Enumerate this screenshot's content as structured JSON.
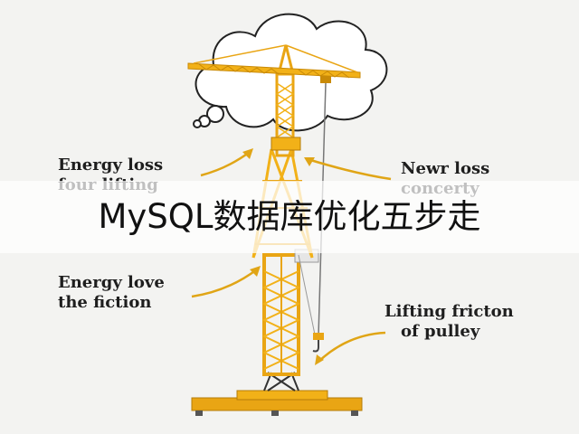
{
  "title": "MySQL数据库优化五步走",
  "callouts": {
    "top_left": {
      "line1": "Energy loss",
      "line2": "four lifting"
    },
    "top_right": {
      "line1": "Newr loss",
      "line2": "concerty"
    },
    "mid_left": {
      "line1": "Energy love",
      "line2": "the fiction"
    },
    "bot_right": {
      "line1": "Lifting fricton",
      "line2": "of pulley"
    }
  },
  "icons": [
    "crane-illustration",
    "thought-cloud",
    "callout-arrow"
  ],
  "colors": {
    "crane": "#f2b118",
    "crane_dark": "#c98a07",
    "base": "#e9a514",
    "text": "#1e1e1e",
    "arrow": "#e0a516"
  }
}
